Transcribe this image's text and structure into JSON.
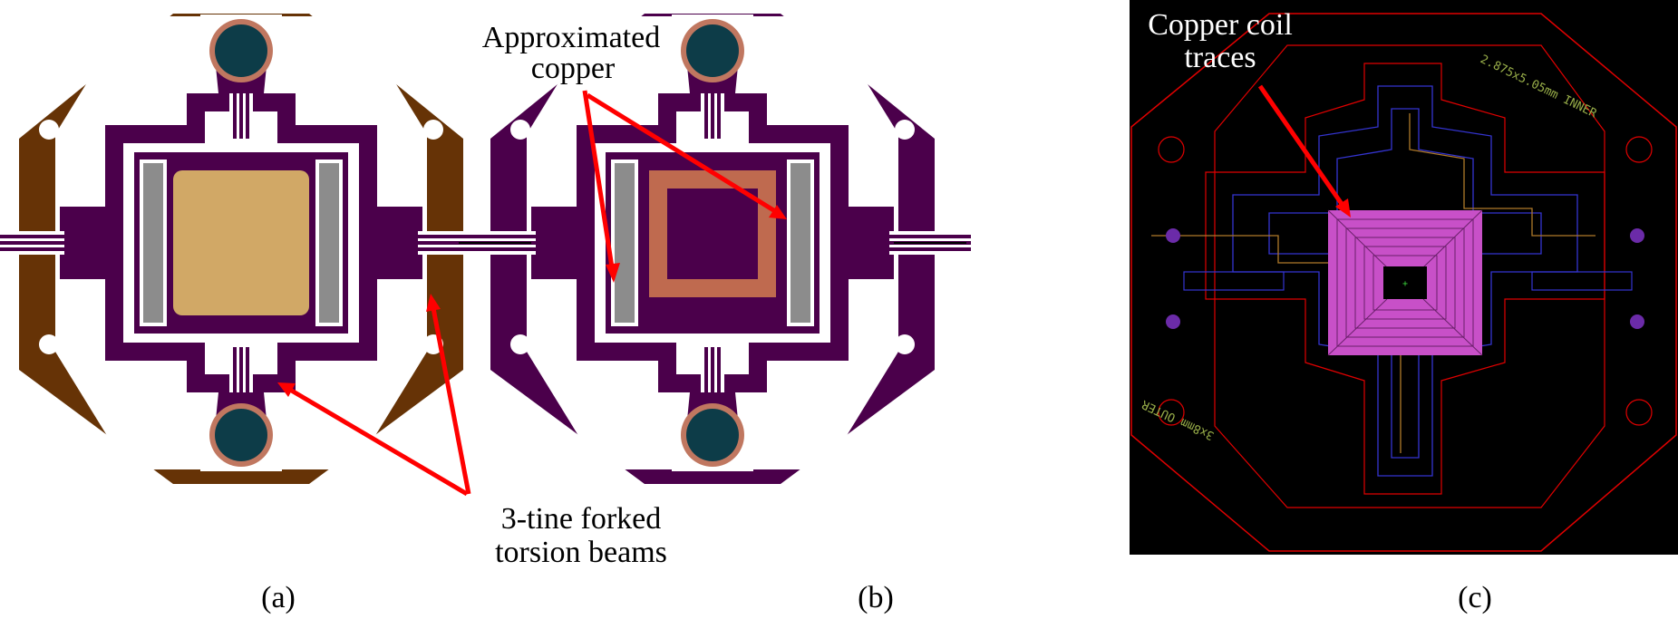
{
  "panels": [
    {
      "id": "a",
      "caption": "(a)"
    },
    {
      "id": "b",
      "caption": "(b)"
    },
    {
      "id": "c",
      "caption": "(c)"
    }
  ],
  "annotations": {
    "approximated_copper": [
      "Approximated",
      "copper"
    ],
    "forked_beams": [
      "3-tine forked",
      "torsion beams"
    ],
    "coil_traces": [
      "Copper coil",
      "traces"
    ]
  },
  "pcb_labels": {
    "inner": "2.875x5.05mm INNER",
    "outer": "3x8mm OUTER"
  },
  "colors": {
    "frame_a": "#663306",
    "frame_b": "#4b004b",
    "stage_purple": "#4b004b",
    "mirror_pad": "#d1a866",
    "copper": "#bf6a4f",
    "magnet_pad": "#0d3c48",
    "magnet_ring": "#c07760",
    "side_bar": "#8c8c8c",
    "arrow": "#ff0000",
    "pcb_background": "#000000",
    "pcb_outline": "#e00000",
    "pcb_inner": "#3434d0",
    "pcb_trace": "#b07a2a",
    "pcb_coil": "#c850c8",
    "pcb_text": "#9ab04a"
  }
}
